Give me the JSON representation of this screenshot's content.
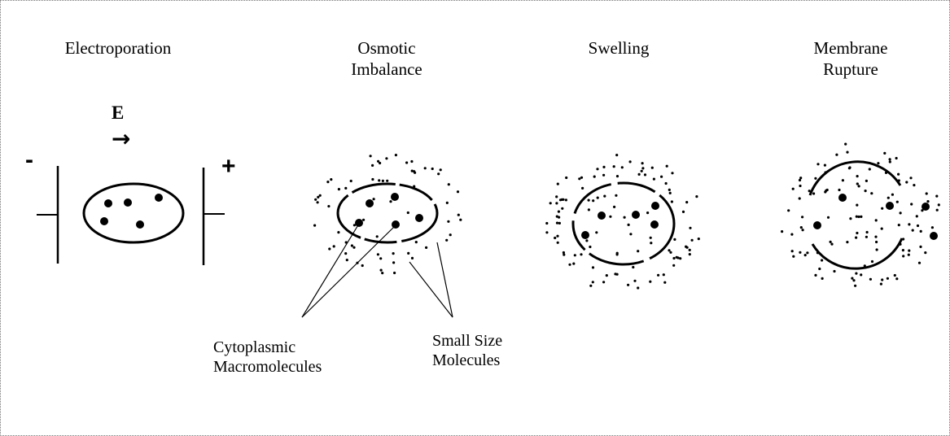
{
  "stages": [
    {
      "id": "electroporation",
      "title": "Electroporation"
    },
    {
      "id": "osmotic-imbalance",
      "title": "Osmotic\nImbalance"
    },
    {
      "id": "swelling",
      "title": "Swelling"
    },
    {
      "id": "membrane-rupture",
      "title": "Membrane\nRupture"
    }
  ],
  "electroporation": {
    "field_label": "E",
    "field_arrow": "→",
    "negative_sign": "-",
    "positive_sign": "+"
  },
  "callouts": {
    "macromolecules": "Cytoplasmic\nMacromolecules",
    "small_molecules": "Small Size\nMolecules"
  }
}
